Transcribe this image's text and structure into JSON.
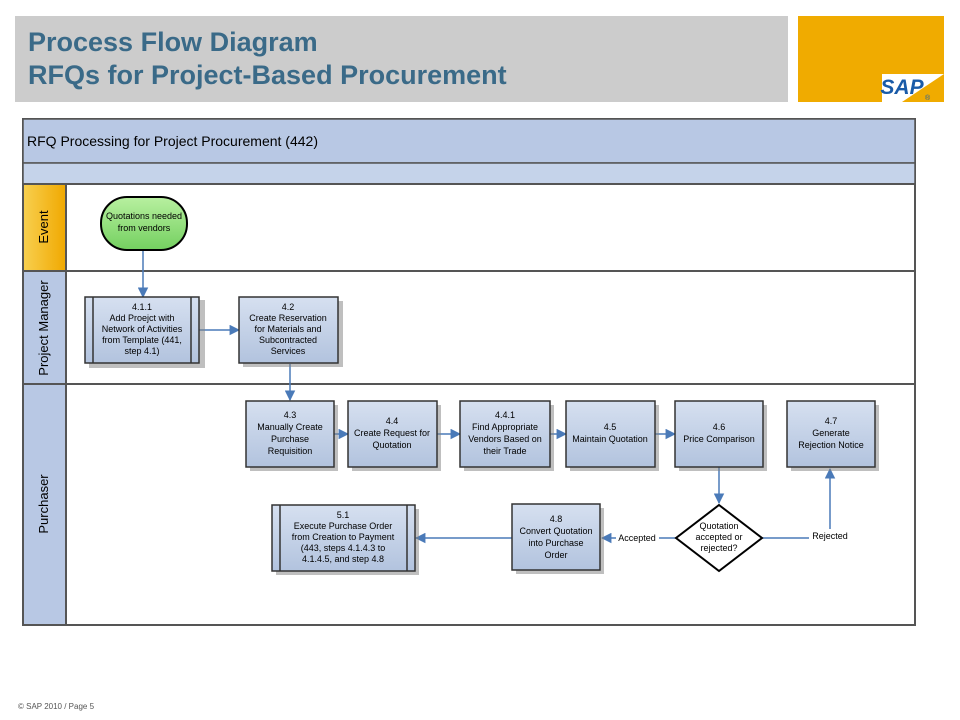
{
  "header": {
    "title_line1": "Process Flow Diagram",
    "title_line2": "RFQs for Project-Based Procurement"
  },
  "logo": {
    "text": "SAP",
    "registered_mark": "®"
  },
  "footer": {
    "text": "© SAP 2010 / Page 5"
  },
  "diagram": {
    "title": "RFQ Processing for Project Procurement (442)",
    "lanes": {
      "event": "Event",
      "project_manager": "Project Manager",
      "purchaser": "Purchaser"
    },
    "start_event": {
      "line1": "Quotations needed",
      "line2": "from vendors"
    },
    "boxes": {
      "b411": {
        "id": "4.1.1",
        "l1": "Add Proejct with",
        "l2": "Network of Activities",
        "l3": "from Template (441,",
        "l4": "step 4.1)"
      },
      "b42": {
        "id": "4.2",
        "l1": "Create Reservation",
        "l2": "for Materials and",
        "l3": "Subcontracted",
        "l4": "Services"
      },
      "b43": {
        "id": "4.3",
        "l1": "Manually Create",
        "l2": "Purchase",
        "l3": "Requisition"
      },
      "b44": {
        "id": "4.4",
        "l1": "Create Request for",
        "l2": "Quotation"
      },
      "b441": {
        "id": "4.4.1",
        "l1": "Find Appropriate",
        "l2": "Vendors Based on",
        "l3": "their Trade"
      },
      "b45": {
        "id": "4.5",
        "l1": "Maintain Quotation"
      },
      "b46": {
        "id": "4.6",
        "l1": "Price Comparison"
      },
      "b47": {
        "id": "4.7",
        "l1": "Generate",
        "l2": "Rejection Notice"
      },
      "b48": {
        "id": "4.8",
        "l1": "Convert Quotation",
        "l2": "into Purchase",
        "l3": "Order"
      },
      "b51": {
        "id": "5.1",
        "l1": "Execute Purchase Order",
        "l2": "from Creation to Payment",
        "l3": "(443, steps 4.1.4.3 to",
        "l4": "4.1.4.5, and step 4.8"
      }
    },
    "decision": {
      "l1": "Quotation",
      "l2": "accepted or",
      "l3": "rejected?"
    },
    "edge_labels": {
      "accepted": "Accepted",
      "rejected": "Rejected"
    }
  }
}
